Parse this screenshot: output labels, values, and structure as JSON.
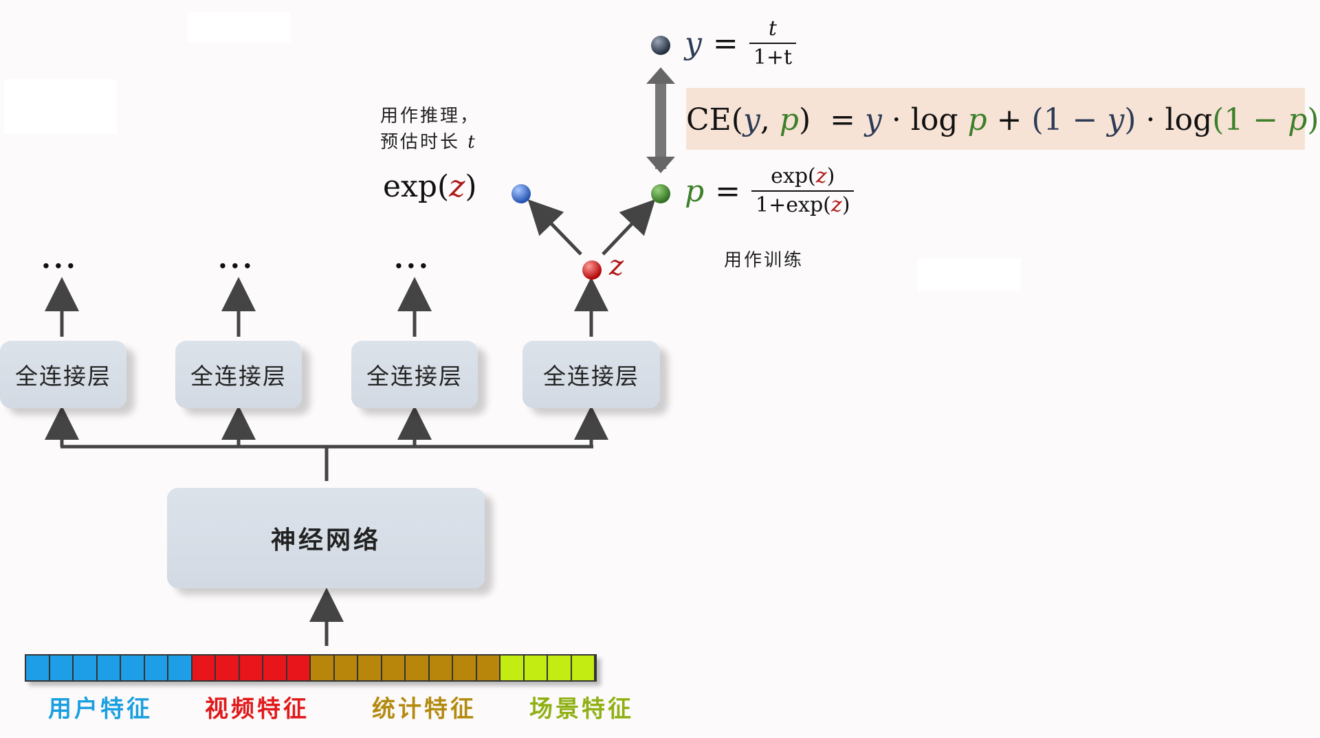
{
  "layer_boxes": [
    "全连接层",
    "全连接层",
    "全连接层",
    "全连接层"
  ],
  "ellipsis": [
    "···",
    "···",
    "···"
  ],
  "network_box": "神经网络",
  "features": [
    {
      "label": "用户特征",
      "color": "#1a9fe0",
      "cells": 7,
      "cell_color": "#1e9ee6"
    },
    {
      "label": "视频特征",
      "color": "#e0191b",
      "cells": 5,
      "cell_color": "#e8151a"
    },
    {
      "label": "统计特征",
      "color": "#b38a10",
      "cells": 8,
      "cell_color": "#b8860b"
    },
    {
      "label": "场景特征",
      "color": "#8fb012",
      "cells": 4,
      "cell_color": "#c3ec12"
    }
  ],
  "nodes": {
    "z_label": "z",
    "y_node_color": "#2d3e50",
    "p_node_color": "#3a8a2b",
    "exp_node_color": "#2f6fd0",
    "z_node_color": "#d01010"
  },
  "annotations": {
    "inference_line1": "用作推理，",
    "inference_line2": "预估时长",
    "inference_var": "t",
    "training": "用作训练"
  },
  "formulas": {
    "exp_z": {
      "fn": "exp",
      "arg": "z"
    },
    "y_def": {
      "lhs": "y",
      "eq": "=",
      "num": "t",
      "den": "1+t"
    },
    "p_def": {
      "lhs": "p",
      "eq": "=",
      "num_fn": "exp",
      "num_arg": "z",
      "den_prefix": "1+exp",
      "den_arg": "z"
    },
    "ce": "CE(y, p) = y · log p + (1 − y) · log(1 − p)"
  },
  "colors": {
    "y_var": "#2b3b55",
    "p_var": "#3c7f2a",
    "z_var": "#b01818",
    "arrow": "#444444",
    "ce_band": "#f7e3d6"
  }
}
